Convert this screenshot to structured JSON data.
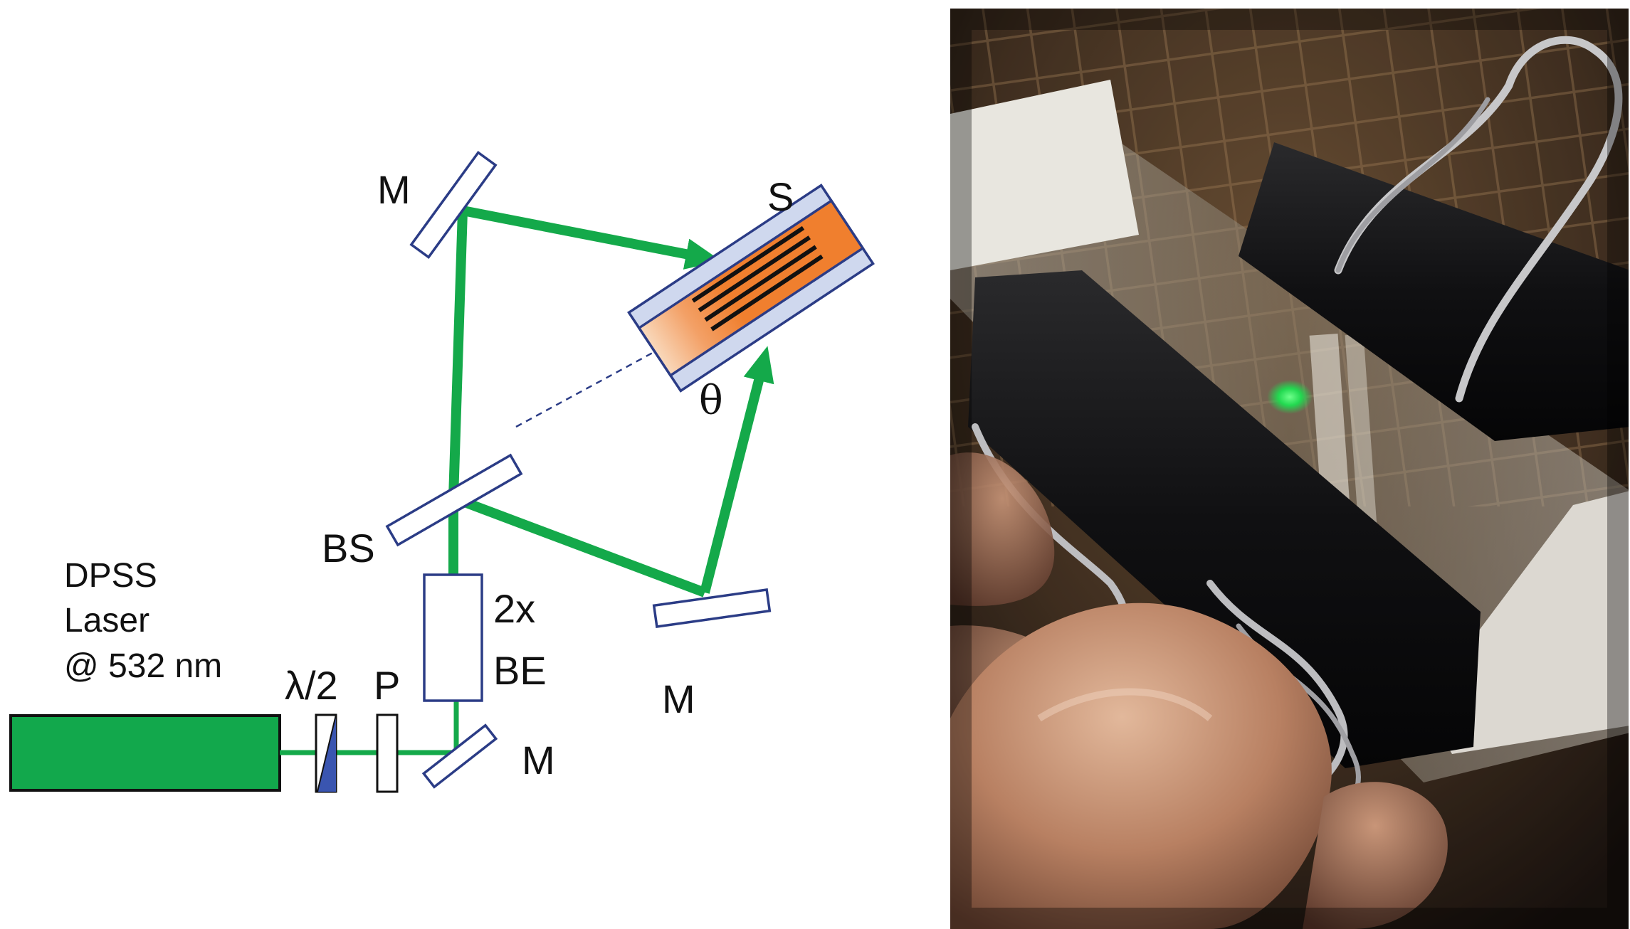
{
  "labels": {
    "mirror_top": "M",
    "sample": "S",
    "angle": "θ",
    "beam_splitter": "BS",
    "laser_line1": "DPSS",
    "laser_line2": "Laser",
    "laser_line3": "@ 532 nm",
    "expander_line1": "2x",
    "expander_line2": "BE",
    "mirror_right": "M",
    "mirror_bottom": "M",
    "halfwave": "λ/2",
    "polarizer": "P"
  },
  "colors": {
    "beam": "#14a94a",
    "laser": "#12a84c",
    "optic_outline": "#2b3c86",
    "sample_substrate": "#cfd8ee",
    "sample_film": "#f07f2e",
    "waveplate": "#3a55b0",
    "grating": "#111111"
  },
  "photo": {
    "caption": ""
  }
}
